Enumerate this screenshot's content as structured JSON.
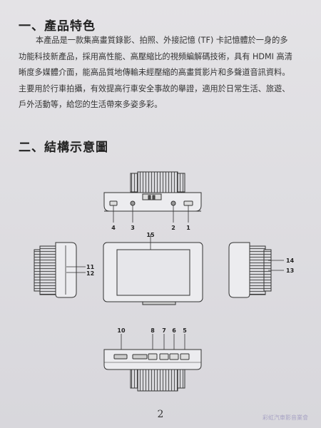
{
  "section1": {
    "heading": "一、產品特色",
    "paragraph_lines": [
      "本產品是一款集高畫質錄影、拍照、外接記憶 (TF) 卡記憶體於一身的多",
      "功能科技新產品，採用高性能、高壓縮比的視頻編解碼技術，具有 HDMI 高清",
      "晰度多媒體介面，能高品質地傳輸未經壓縮的高畫質影片和多聲道音訊資料。",
      "主要用於行車拍攝，有效提高行車安全事故的舉證，適用於日常生活、旅遊、",
      "戶外活動等，給您的生活帶來多姿多彩。"
    ]
  },
  "section2": {
    "heading": "二、結構示意圖",
    "callouts": {
      "c1": "1",
      "c2": "2",
      "c3": "3",
      "c4": "4",
      "c5": "5",
      "c6": "6",
      "c7": "7",
      "c8": "8",
      "c10": "10",
      "c11": "11",
      "c12": "12",
      "c13": "13",
      "c14": "14",
      "c15": "15"
    }
  },
  "page_number": "2",
  "watermark": "彩虹汽車影音業會"
}
